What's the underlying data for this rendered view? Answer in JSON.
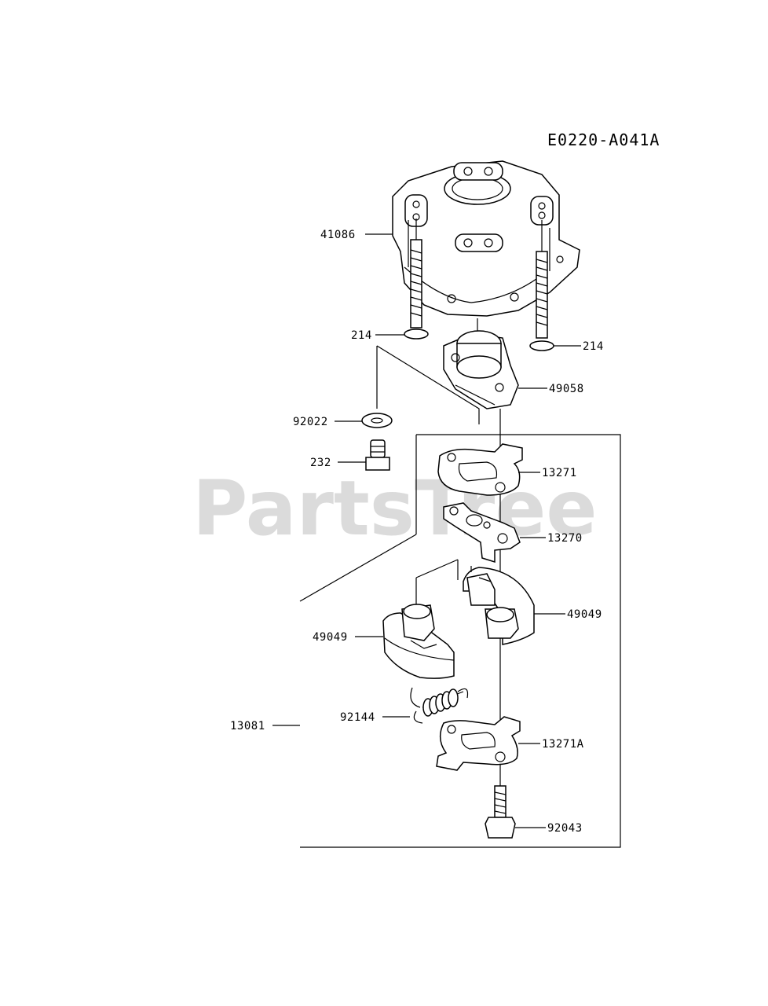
{
  "diagram_code": "E0220-A041A",
  "watermark": "PartsTree",
  "parts": {
    "p41086": "41086",
    "p214_left": "214",
    "p214_right": "214",
    "p49058": "49058",
    "p92022": "92022",
    "p232": "232",
    "p13271": "13271",
    "p13270": "13270",
    "p49049_right": "49049",
    "p49049_left": "49049",
    "p92144": "92144",
    "p13081": "13081",
    "p13271A": "13271A",
    "p92043": "92043"
  }
}
